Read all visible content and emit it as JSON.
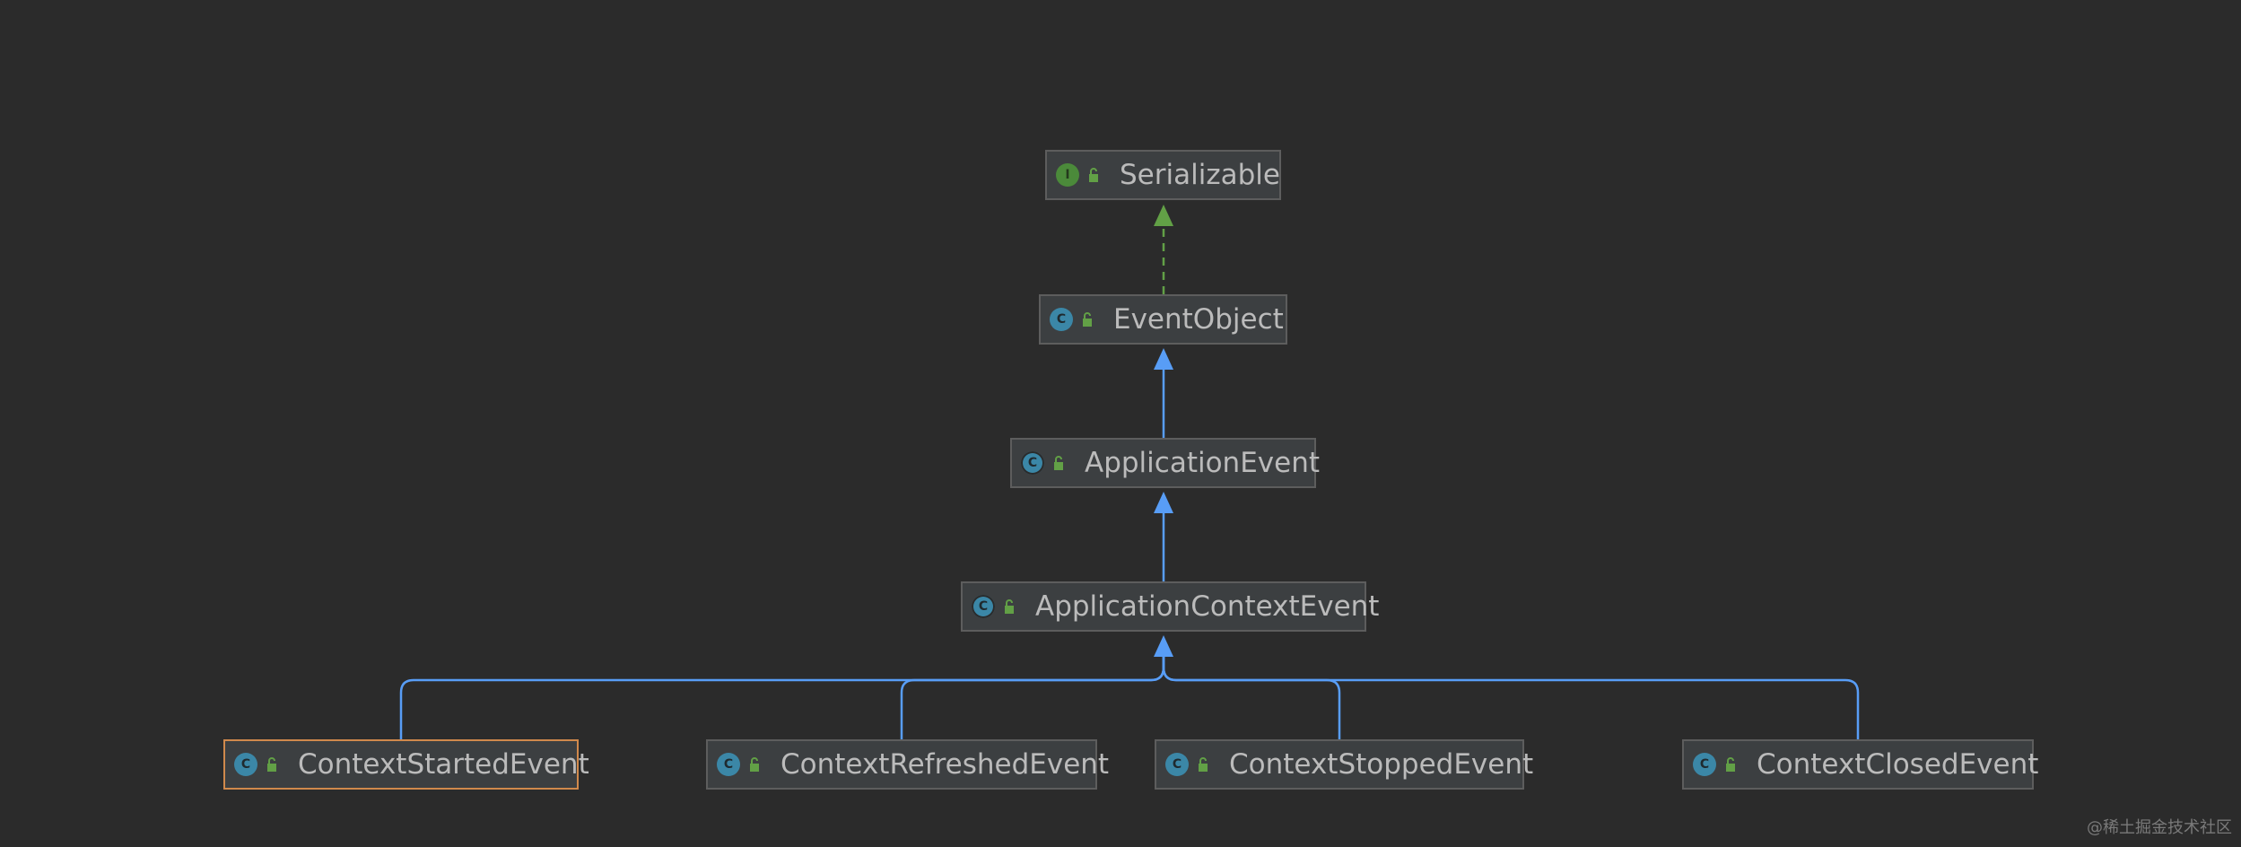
{
  "nodes": {
    "serializable": {
      "name": "Serializable",
      "kind": "I"
    },
    "event_object": {
      "name": "EventObject",
      "kind": "C"
    },
    "application_event": {
      "name": "ApplicationEvent",
      "kind": "C"
    },
    "application_context_event": {
      "name": "ApplicationContextEvent",
      "kind": "C"
    },
    "context_started_event": {
      "name": "ContextStartedEvent",
      "kind": "C"
    },
    "context_refreshed_event": {
      "name": "ContextRefreshedEvent",
      "kind": "C"
    },
    "context_stopped_event": {
      "name": "ContextStoppedEvent",
      "kind": "C"
    },
    "context_closed_event": {
      "name": "ContextClosedEvent",
      "kind": "C"
    }
  },
  "colors": {
    "background": "#2b2b2b",
    "extends_edge": "#589df6",
    "implements_edge": "#62a046",
    "selected_border": "#d0894c"
  },
  "watermark": "@稀土掘金技术社区"
}
